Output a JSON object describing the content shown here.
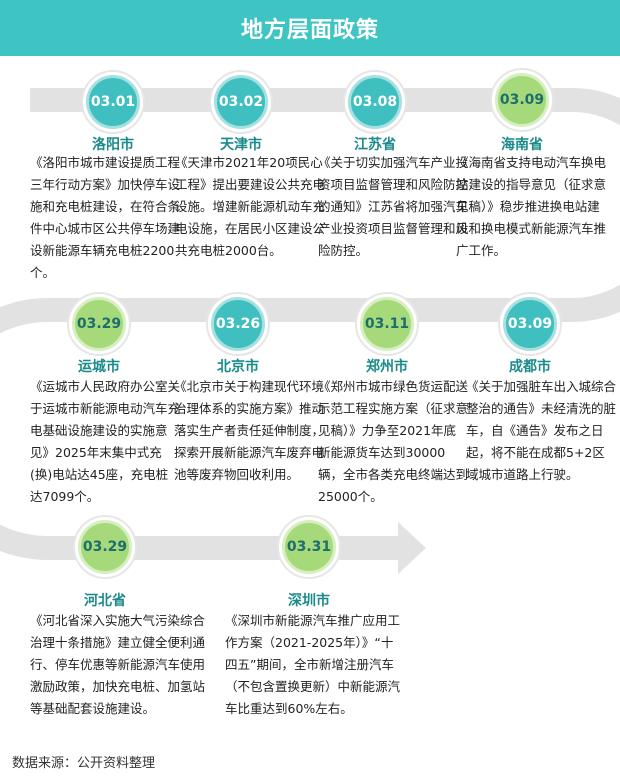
{
  "title": "地方层面政策",
  "source": "数据来源：公开资料整理",
  "colors": {
    "header": "#3fc4c4",
    "road": "#e2e2e2",
    "badge_teal": "#3fbfbf",
    "badge_green": "#a6d97a",
    "city": "#1a8a8a"
  },
  "policies": [
    {
      "date": "03.01",
      "city": "洛阳市",
      "style": "teal",
      "text": "《洛阳市城市建设提质工程三年行动方案》加快停车设施和充电桩建设，在符合条件中心城市区公共停车场建设新能源车辆充电桩2200个。"
    },
    {
      "date": "03.02",
      "city": "天津市",
      "style": "teal",
      "text": "《天津市2021年20项民心工程》提出要建设公共充电设施。增建新能源机动车充电设施，在居民小区建设公共充电桩2000台。"
    },
    {
      "date": "03.08",
      "city": "江苏省",
      "style": "teal",
      "text": "《关于切实加强汽车产业投资项目监督管理和风险防控的通知》江苏省将加强汽车产业投资项目监督管理和风险防控。"
    },
    {
      "date": "03.09",
      "city": "海南省",
      "style": "green",
      "text": "《海南省支持电动汽车换电站建设的指导意见（征求意见稿）》稳步推进换电站建设和换电模式新能源汽车推广工作。"
    },
    {
      "date": "03.09",
      "city": "成都市",
      "style": "teal",
      "text": "《关于加强脏车出入城综合整治的通告》未经清洗的脏车，自《通告》发布之日起，将不能在成都5+2区域城市道路上行驶。"
    },
    {
      "date": "03.11",
      "city": "郑州市",
      "style": "green",
      "text": "《郑州市城市绿色货运配送示范工程实施方案（征求意见稿）》力争至2021年底新能源货车达到30000辆，全市各类充电终端达到25000个。"
    },
    {
      "date": "03.26",
      "city": "北京市",
      "style": "teal",
      "text": "《北京市关于构建现代环境治理体系的实施方案》推动落实生产者责任延伸制度，探索开展新能源汽车废弃电池等废弃物回收利用。"
    },
    {
      "date": "03.29",
      "city": "运城市",
      "style": "green",
      "text": "《运城市人民政府办公室关于运城市新能源电动汽车充电基础设施建设的实施意见》2025年末集中式充(换)电站达45座，充电桩达7099个。"
    },
    {
      "date": "03.29",
      "city": "河北省",
      "style": "teal",
      "text": "《河北省深入实施大气污染综合治理十条措施》建立健全便利通行、停车优惠等新能源汽车使用激励政策，加快充电桩、加氢站等基础配套设施建设。"
    },
    {
      "date": "03.31",
      "city": "深圳市",
      "style": "green",
      "text": "《深圳市新能源汽车推广应用工作方案（2021-2025年）》“十四五”期间，全市新增注册汽车（不包含置换更新）中新能源汽车比重达到60%左右。"
    }
  ]
}
